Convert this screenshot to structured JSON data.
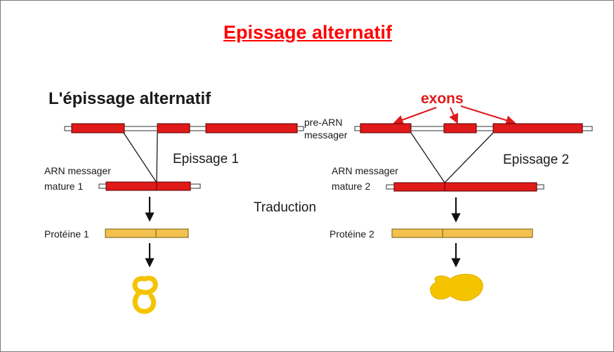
{
  "slide_title": "Epissage alternatif",
  "figure": {
    "heading": "L'épissage alternatif",
    "exons_label": "exons",
    "pre_arn_line1": "pre-ARN",
    "pre_arn_line2": "messager",
    "epissage1": "Epissage 1",
    "epissage2": "Epissage 2",
    "arn_mature1_line1": "ARN messager",
    "arn_mature1_line2": "mature 1",
    "arn_mature2_line1": "ARN messager",
    "arn_mature2_line2": "mature 2",
    "traduction": "Traduction",
    "proteine1": "Protéine 1",
    "proteine2": "Protéine 2"
  },
  "colors": {
    "title": "#ff0000",
    "exon": "#e01919",
    "exon_stroke": "#5a0000",
    "protein": "#f2c14e",
    "protein_stroke": "#7a5a10",
    "blob": "#f5c400",
    "line": "#1a1a1a"
  }
}
